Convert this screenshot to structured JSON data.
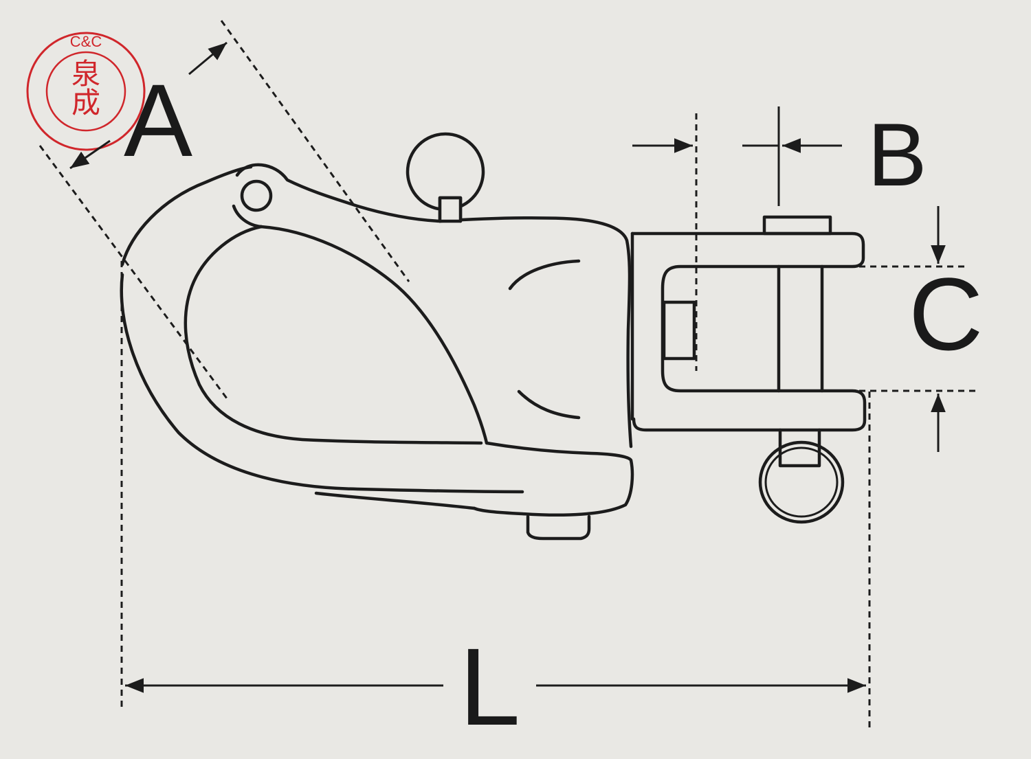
{
  "labels": {
    "a": "A",
    "b": "B",
    "c": "C",
    "l": "L"
  },
  "stamp": {
    "top_text": "C&C",
    "line1": "泉",
    "line2": "成",
    "color": "#d0262b"
  },
  "colors": {
    "background": "#e9e8e4",
    "ink": "#1c1c1c"
  }
}
